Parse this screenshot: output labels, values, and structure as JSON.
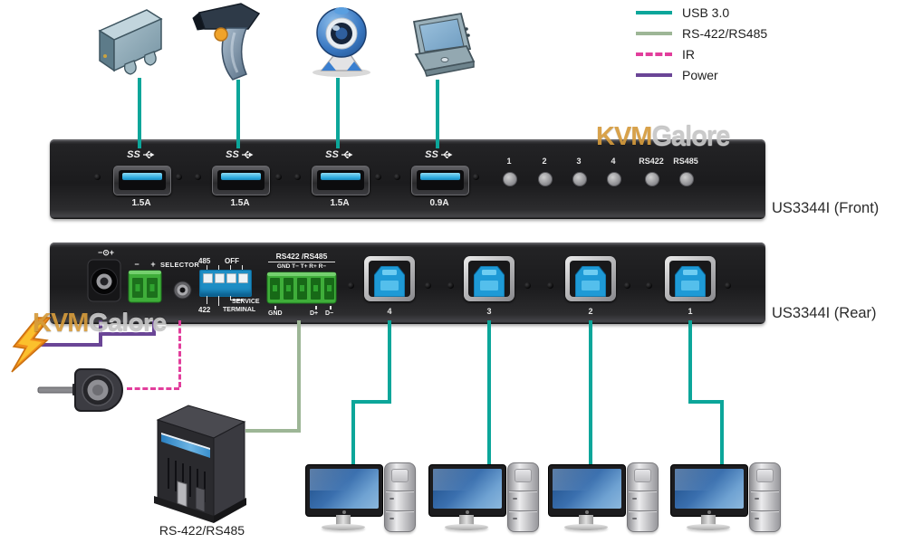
{
  "legend": {
    "items": [
      {
        "label": "USB 3.0",
        "color": "#0ca69a",
        "style": "solid"
      },
      {
        "label": "RS-422/RS485",
        "color": "#9db696",
        "style": "solid"
      },
      {
        "label": "IR",
        "color": "#e23e9c",
        "style": "dashed"
      },
      {
        "label": "Power",
        "color": "#6a4596",
        "style": "solid"
      }
    ]
  },
  "watermark": {
    "kvm": "KVM",
    "galore": "Galore"
  },
  "front_panel": {
    "label": "US3344I (Front)",
    "ss_logo": "SS",
    "ports": [
      {
        "amp": "1.5A"
      },
      {
        "amp": "1.5A"
      },
      {
        "amp": "1.5A"
      },
      {
        "amp": "0.9A"
      }
    ],
    "leds": [
      "1",
      "2",
      "3",
      "4",
      "RS422",
      "RS485"
    ]
  },
  "rear_panel": {
    "label": "US3344I (Rear)",
    "dc_symbol": "−⊙+",
    "terminal_labels": {
      "minus": "−",
      "plus": "+"
    },
    "selector_label": "SELECTOR",
    "dip": {
      "top_left": "485",
      "top": "OFF",
      "bottom_left": "422",
      "service": "SERVICE",
      "terminal": "TERMINAL"
    },
    "rs_block": {
      "title": "RS422 /RS485",
      "pins": "GND T−  T+  R+  R−",
      "gnd": "GND",
      "d_plus": "D+",
      "d_minus": "D−"
    },
    "port_numbers": [
      "4",
      "3",
      "2",
      "1"
    ]
  },
  "devices": {
    "rs_device_label": "RS-422/RS485"
  },
  "icons": {
    "peripherals": [
      "external-drive-icon",
      "barcode-scanner-icon",
      "webcam-icon",
      "touch-terminal-icon"
    ],
    "power_source": "lightning-bolt-icon",
    "ir_receiver": "ir-receiver-icon",
    "rs_device": "serial-rack-device-icon",
    "computers": "desktop-computer-icon"
  }
}
